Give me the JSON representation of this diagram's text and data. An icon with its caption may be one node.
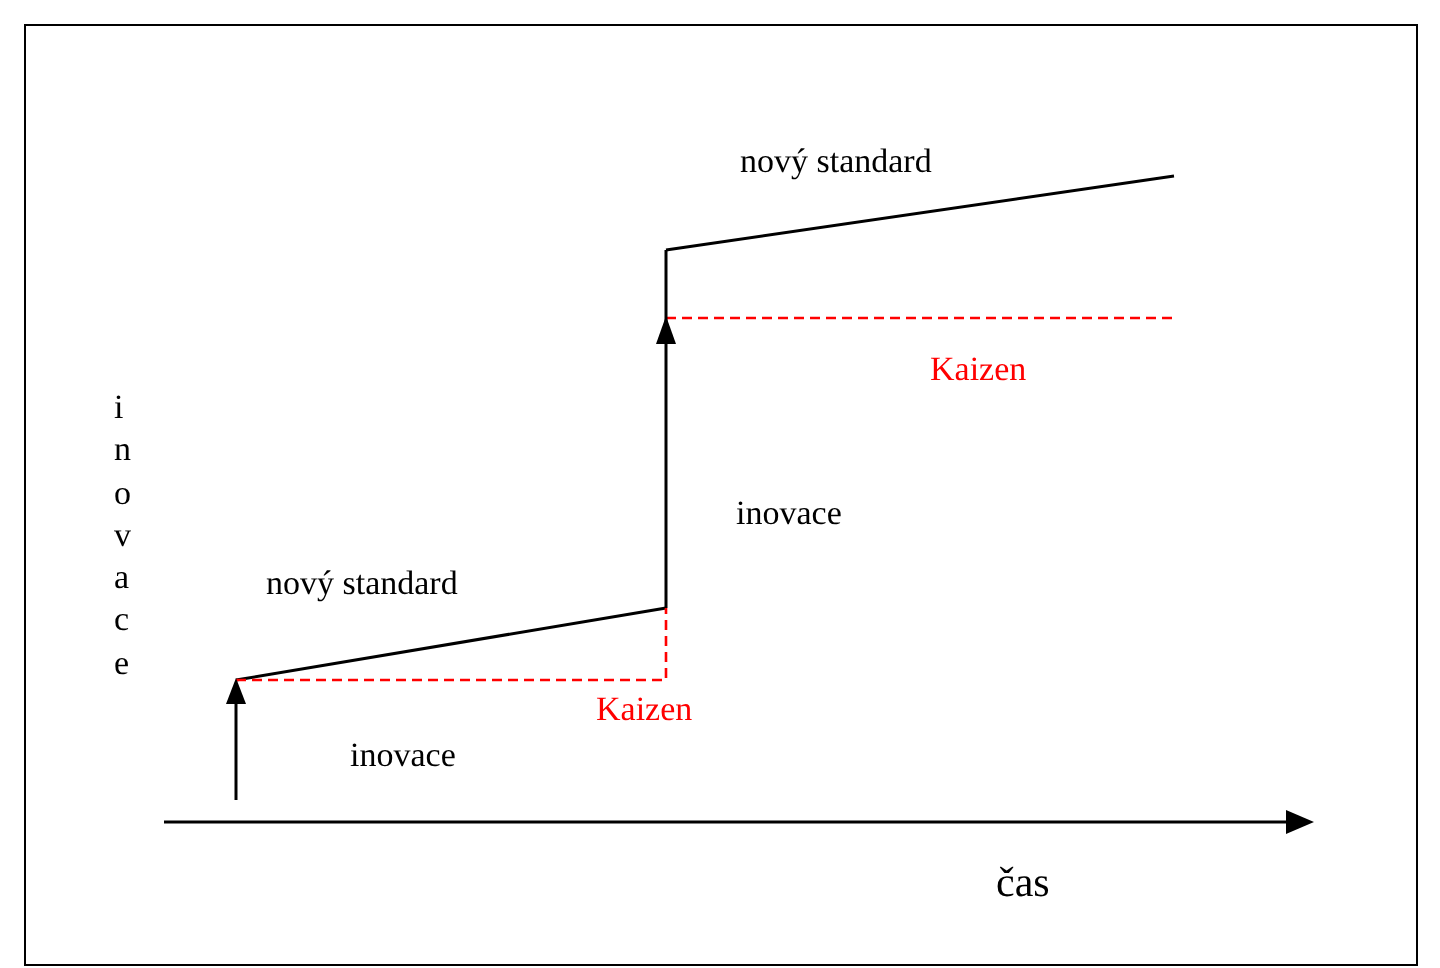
{
  "diagram": {
    "labels": [
      "nový standard",
      "Kaizen",
      "inovace",
      "inovace",
      "nový standard",
      "Kaizen",
      "inovace",
      "čas"
    ]
  }
}
